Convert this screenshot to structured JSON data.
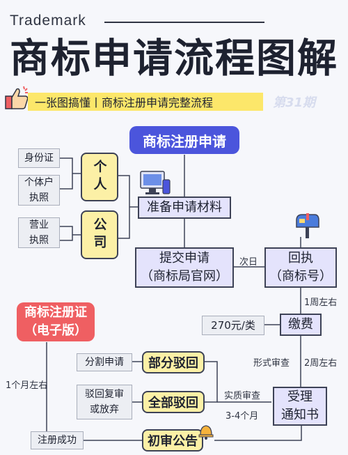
{
  "header": {
    "brand": "Trademark",
    "title": "商标申请流程图解",
    "subtitle": "一张图搞懂丨商标注册申请完整流程",
    "issue": "第31期"
  },
  "flow": {
    "apply_title": "商标注册申请",
    "id_card": "身份证",
    "self_employed": "个体户\n执照",
    "business_license": "营业\n执照",
    "individual": "个人",
    "company": "公司",
    "prepare": "准备申请材料",
    "submit": "提交申请\n（商标局官网）",
    "receipt": "回执\n（商标号）",
    "next_day": "次日",
    "week1": "1周左右",
    "fee_amount": "270元/类",
    "pay": "缴费",
    "formal_review": "形式审查",
    "week2": "2周左右",
    "accept": "受理\n通知书",
    "substantive_review": "实质审查",
    "months": "3-4个月",
    "split": "分割申请",
    "partial_reject": "部分驳回",
    "review_or_abandon": "驳回复审\n或放弃",
    "full_reject": "全部驳回",
    "prelim": "初审公告",
    "registered": "注册成功",
    "certificate": "商标注册证\n（电子版）",
    "month1": "1个月左右"
  },
  "colors": {
    "accent_blue": "#4b55dc",
    "accent_red": "#ef5f62",
    "highlight_yellow": "#fce76a",
    "node_purple": "#e4e3fc",
    "node_yellow": "#fcf0a6"
  }
}
